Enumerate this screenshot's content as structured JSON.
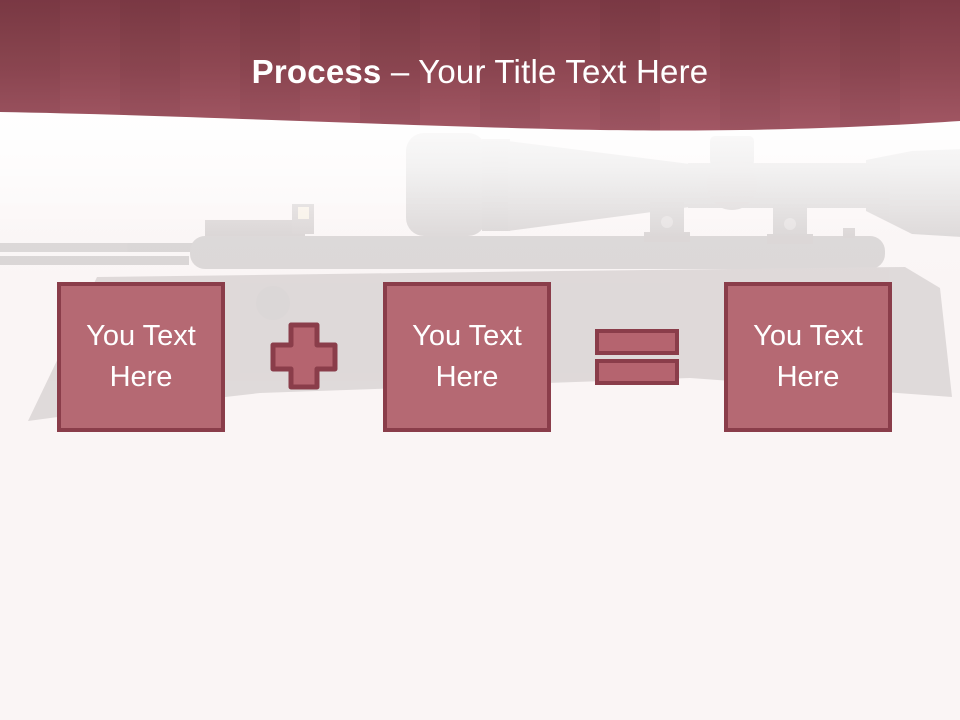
{
  "slide": {
    "title": {
      "bold": "Process",
      "rest": " – Your Title Text Here"
    }
  },
  "process": {
    "boxes": [
      {
        "label": "You Text Here"
      },
      {
        "label": "You Text Here"
      },
      {
        "label": "You Text Here"
      }
    ],
    "operators": [
      {
        "name": "plus",
        "symbol": "+"
      },
      {
        "name": "equals",
        "symbol": "="
      }
    ]
  },
  "colors": {
    "header_gradient_top": "#7e3a46",
    "header_gradient_bottom": "#a25764",
    "shape_fill": "#b56973",
    "shape_border": "#8a3d4a",
    "title_text": "#ffffff",
    "box_text": "#ffffff",
    "background": "#faf5f5"
  }
}
